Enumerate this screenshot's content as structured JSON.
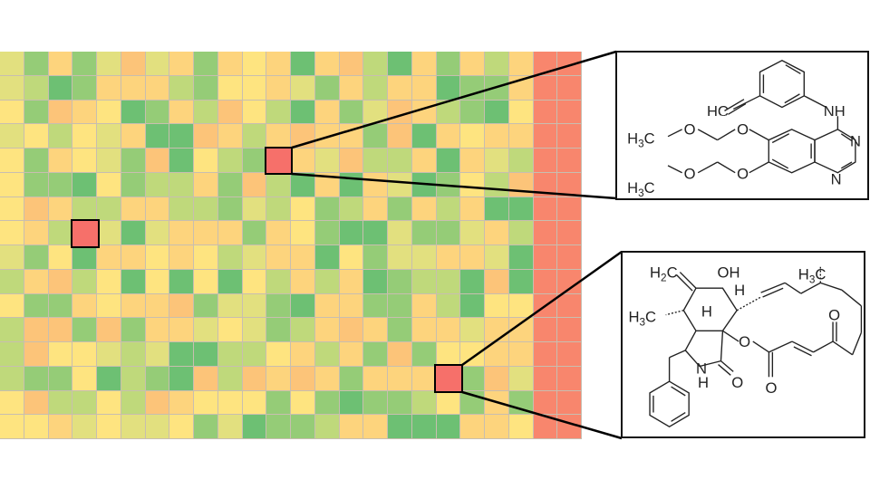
{
  "palette": {
    "Y": "#fee480",
    "LY": "#e2e07f",
    "LG": "#bfd97b",
    "G": "#95cc77",
    "DG": "#6dc073",
    "O": "#fdd47d",
    "OO": "#fcc479",
    "R": "#f8866d",
    "HL": "#f6706a",
    "grid_line": "#c8beb0",
    "border": "#111111"
  },
  "heatmap": {
    "rows": 16,
    "cols": 24,
    "cells": [
      [
        "LY",
        "G",
        "O",
        "G",
        "LY",
        "OO",
        "LY",
        "O",
        "G",
        "O",
        "Y",
        "O",
        "DG",
        "O",
        "OO",
        "LG",
        "DG",
        "O",
        "G",
        "O",
        "LG",
        "O",
        "R",
        "R"
      ],
      [
        "LY",
        "LG",
        "DG",
        "G",
        "O",
        "O",
        "O",
        "LG",
        "G",
        "Y",
        "Y",
        "O",
        "LY",
        "G",
        "O",
        "LG",
        "O",
        "O",
        "DG",
        "G",
        "G",
        "O",
        "R",
        "R"
      ],
      [
        "Y",
        "G",
        "OO",
        "O",
        "Y",
        "DG",
        "G",
        "O",
        "LG",
        "OO",
        "Y",
        "LG",
        "DG",
        "O",
        "G",
        "LY",
        "OO",
        "O",
        "LG",
        "G",
        "DG",
        "Y",
        "R",
        "R"
      ],
      [
        "LY",
        "Y",
        "LG",
        "Y",
        "LY",
        "O",
        "DG",
        "DG",
        "OO",
        "O",
        "LG",
        "O",
        "OO",
        "O",
        "O",
        "G",
        "OO",
        "DG",
        "O",
        "Y",
        "O",
        "O",
        "R",
        "R"
      ],
      [
        "Y",
        "G",
        "O",
        "Y",
        "LY",
        "G",
        "OO",
        "DG",
        "Y",
        "LG",
        "G",
        "HL",
        "O",
        "LY",
        "OO",
        "LG",
        "LG",
        "O",
        "DG",
        "O",
        "LY",
        "LG",
        "R",
        "R"
      ],
      [
        "Y",
        "G",
        "G",
        "DG",
        "Y",
        "G",
        "LG",
        "LG",
        "O",
        "G",
        "OO",
        "LG",
        "DG",
        "O",
        "DG",
        "O",
        "LY",
        "DG",
        "G",
        "Y",
        "LG",
        "OO",
        "R",
        "R"
      ],
      [
        "Y",
        "OO",
        "O",
        "LG",
        "LG",
        "O",
        "O",
        "LG",
        "LG",
        "G",
        "LY",
        "LG",
        "Y",
        "G",
        "LG",
        "O",
        "G",
        "O",
        "LG",
        "O",
        "DG",
        "DG",
        "R",
        "R"
      ],
      [
        "Y",
        "O",
        "LG",
        "HL",
        "LY",
        "DG",
        "LY",
        "O",
        "O",
        "O",
        "G",
        "O",
        "Y",
        "G",
        "DG",
        "DG",
        "LY",
        "G",
        "G",
        "LY",
        "O",
        "LG",
        "R",
        "R"
      ],
      [
        "LY",
        "G",
        "Y",
        "DG",
        "O",
        "O",
        "Y",
        "O",
        "Y",
        "LG",
        "LY",
        "O",
        "O",
        "DG",
        "Y",
        "G",
        "LY",
        "LY",
        "O",
        "O",
        "LY",
        "DG",
        "R",
        "R"
      ],
      [
        "LG",
        "O",
        "OO",
        "LG",
        "Y",
        "DG",
        "Y",
        "DG",
        "Y",
        "DG",
        "Y",
        "LG",
        "O",
        "LG",
        "O",
        "DG",
        "G",
        "LG",
        "LG",
        "DG",
        "OO",
        "DG",
        "R",
        "R"
      ],
      [
        "Y",
        "G",
        "G",
        "O",
        "Y",
        "O",
        "O",
        "OO",
        "G",
        "LY",
        "LY",
        "G",
        "DG",
        "O",
        "O",
        "G",
        "G",
        "O",
        "LG",
        "DG",
        "Y",
        "Y",
        "R",
        "R"
      ],
      [
        "LG",
        "OO",
        "OO",
        "G",
        "OO",
        "G",
        "O",
        "O",
        "LY",
        "Y",
        "LY",
        "G",
        "LG",
        "O",
        "OO",
        "O",
        "G",
        "O",
        "O",
        "LY",
        "O",
        "O",
        "R",
        "R"
      ],
      [
        "LG",
        "OO",
        "Y",
        "Y",
        "LY",
        "LG",
        "LY",
        "DG",
        "DG",
        "LG",
        "LG",
        "Y",
        "O",
        "LG",
        "O",
        "G",
        "OO",
        "G",
        "Y",
        "Y",
        "O",
        "O",
        "R",
        "R"
      ],
      [
        "LG",
        "G",
        "G",
        "Y",
        "DG",
        "LG",
        "G",
        "DG",
        "OO",
        "LG",
        "OO",
        "O",
        "OO",
        "O",
        "G",
        "O",
        "O",
        "O",
        "HL",
        "G",
        "OO",
        "LY",
        "R",
        "R"
      ],
      [
        "Y",
        "OO",
        "LG",
        "LG",
        "Y",
        "LG",
        "OO",
        "O",
        "Y",
        "Y",
        "Y",
        "G",
        "Y",
        "G",
        "DG",
        "G",
        "G",
        "LG",
        "Y",
        "G",
        "O",
        "G",
        "R",
        "R"
      ],
      [
        "Y",
        "Y",
        "O",
        "LY",
        "Y",
        "LY",
        "LY",
        "Y",
        "G",
        "LY",
        "DG",
        "G",
        "G",
        "LG",
        "O",
        "O",
        "DG",
        "DG",
        "DG",
        "O",
        "O",
        "Y",
        "R",
        "R"
      ]
    ],
    "highlighted": [
      {
        "row": 4,
        "col": 11,
        "links_to": "molecule-top"
      },
      {
        "row": 7,
        "col": 3,
        "links_to": null
      },
      {
        "row": 13,
        "col": 18,
        "links_to": "molecule-bottom"
      }
    ]
  },
  "molecules": {
    "top": {
      "name": "erlotinib",
      "labels": {
        "nh": "NH",
        "hc": "HC",
        "n1": "N",
        "n2": "N",
        "o1": "O",
        "o2": "O",
        "o3": "O",
        "o4": "O",
        "h3c_1": "H",
        "h3c_1_sub": "3",
        "h3c_1_c": "C",
        "h3c_2": "H",
        "h3c_2_sub": "3",
        "h3c_2_c": "C"
      }
    },
    "bottom": {
      "name": "cytochalasin",
      "labels": {
        "h2c": "H",
        "h2c_sub": "2",
        "h2c_c": "C",
        "oh": "OH",
        "h_top": "H",
        "h3c_left": "H",
        "h3c_left_sub": "3",
        "h3c_left_c": "C",
        "h_mid": "H",
        "h3c_right": "H",
        "h3c_right_sub": "3",
        "h3c_right_c": "C",
        "o_ester": "O",
        "o_keto": "O",
        "nh_n": "N",
        "nh_h": "H",
        "o_lactam": "O",
        "o_carbonyl": "O"
      }
    }
  }
}
